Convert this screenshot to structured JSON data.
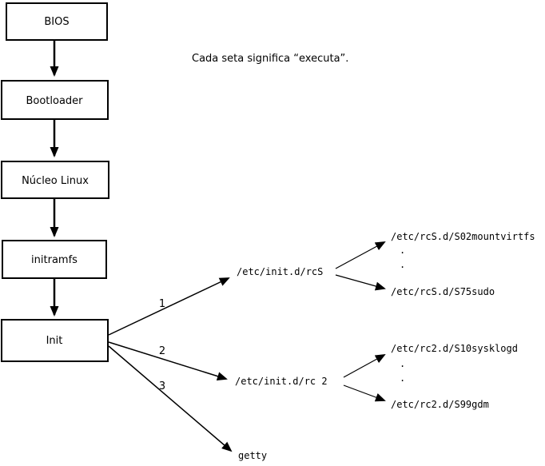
{
  "note": "Cada seta significa “executa”.",
  "flow": {
    "boxes": [
      {
        "label": "BIOS"
      },
      {
        "label": "Bootloader"
      },
      {
        "label": "Núcleo Linux"
      },
      {
        "label": "initramfs"
      },
      {
        "label": "Init"
      }
    ]
  },
  "branches": {
    "labels": [
      "1",
      "2",
      "3"
    ],
    "rcS": {
      "label": "/etc/init.d/rcS",
      "children": [
        "/etc/rcS.d/S02mountvirtfs",
        "/etc/rcS.d/S75sudo"
      ],
      "dots": [
        ".",
        "."
      ]
    },
    "rc2": {
      "label": "/etc/init.d/rc 2",
      "children": [
        "/etc/rc2.d/S10sysklogd",
        "/etc/rc2.d/S99gdm"
      ],
      "dots": [
        ".",
        "."
      ]
    },
    "getty": {
      "label": "getty"
    }
  }
}
